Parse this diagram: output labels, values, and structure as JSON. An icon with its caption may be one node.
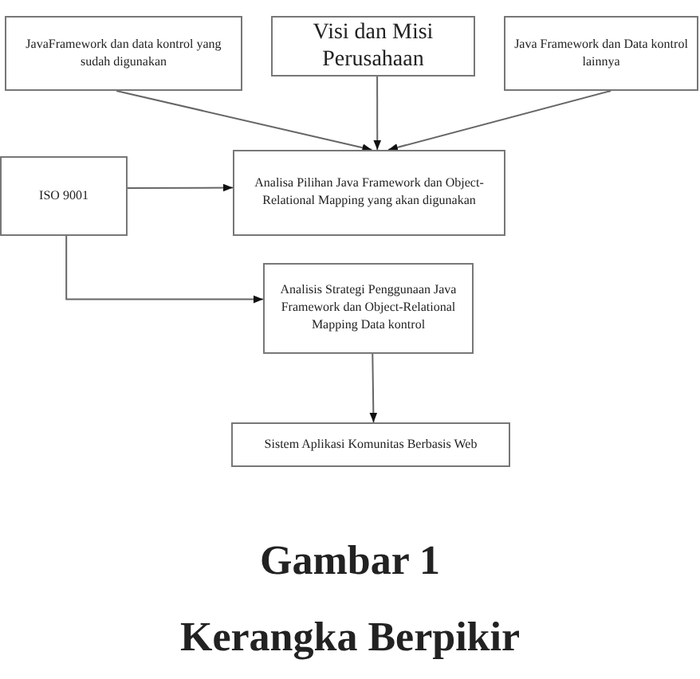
{
  "diagram": {
    "nodes": [
      {
        "text": [
          "JavaFramework dan data kontrol yang sudah digunakan"
        ]
      },
      {
        "text": [
          "Visi dan Misi Perusahaan"
        ]
      },
      {
        "text": [
          "Java Framework dan Data kontrol lainnya"
        ]
      },
      {
        "text": [
          "Analisa Pilihan Java Framework dan Object-Relational Mapping yang akan digunakan"
        ]
      },
      {
        "text": [
          "ISO 9001"
        ]
      },
      {
        "text": [
          "Analisis Strategi Penggunaan Java Framework dan Object-Relational Mapping Data kontrol"
        ]
      },
      {
        "text": [
          "Sistem Aplikasi Komunitas Berbasis Web"
        ]
      }
    ],
    "edges": [
      {
        "from": 0,
        "to": 3,
        "arrow": "to"
      },
      {
        "from": 1,
        "to": 3,
        "arrow": "to"
      },
      {
        "from": 2,
        "to": 3,
        "arrow": "to"
      },
      {
        "from": 4,
        "to": 3,
        "arrow": "to"
      },
      {
        "from": 4,
        "to": 5,
        "arrow": "to"
      },
      {
        "from": 5,
        "to": 6,
        "arrow": "to"
      }
    ],
    "labels": [
      "Gambar 1",
      "Kerangka Berpikir"
    ]
  }
}
